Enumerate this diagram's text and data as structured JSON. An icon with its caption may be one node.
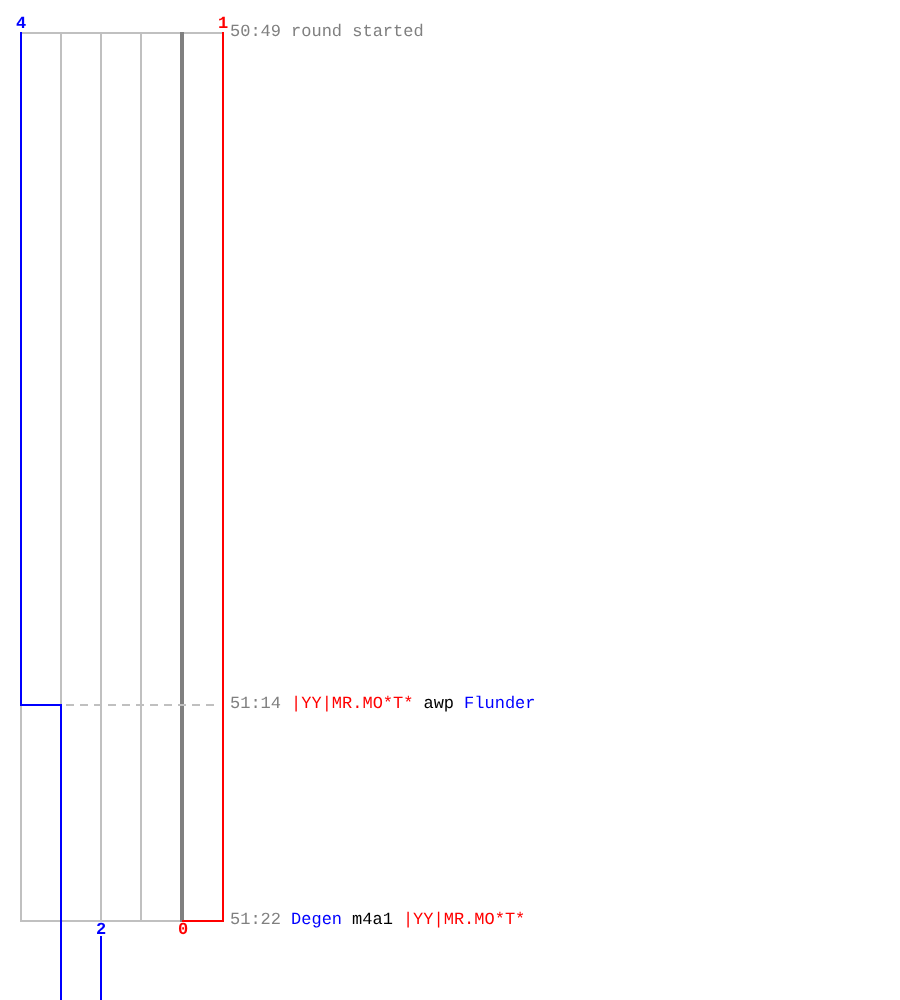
{
  "diagram": {
    "labels": [
      "4",
      "1",
      "50:49",
      "round started",
      "51:14",
      "|YY|MR.MO*T*",
      "awp",
      "Flunder",
      "51:22",
      "Degen",
      "m4a1",
      "|YY|MR.MO*T*",
      "2",
      "0"
    ]
  }
}
